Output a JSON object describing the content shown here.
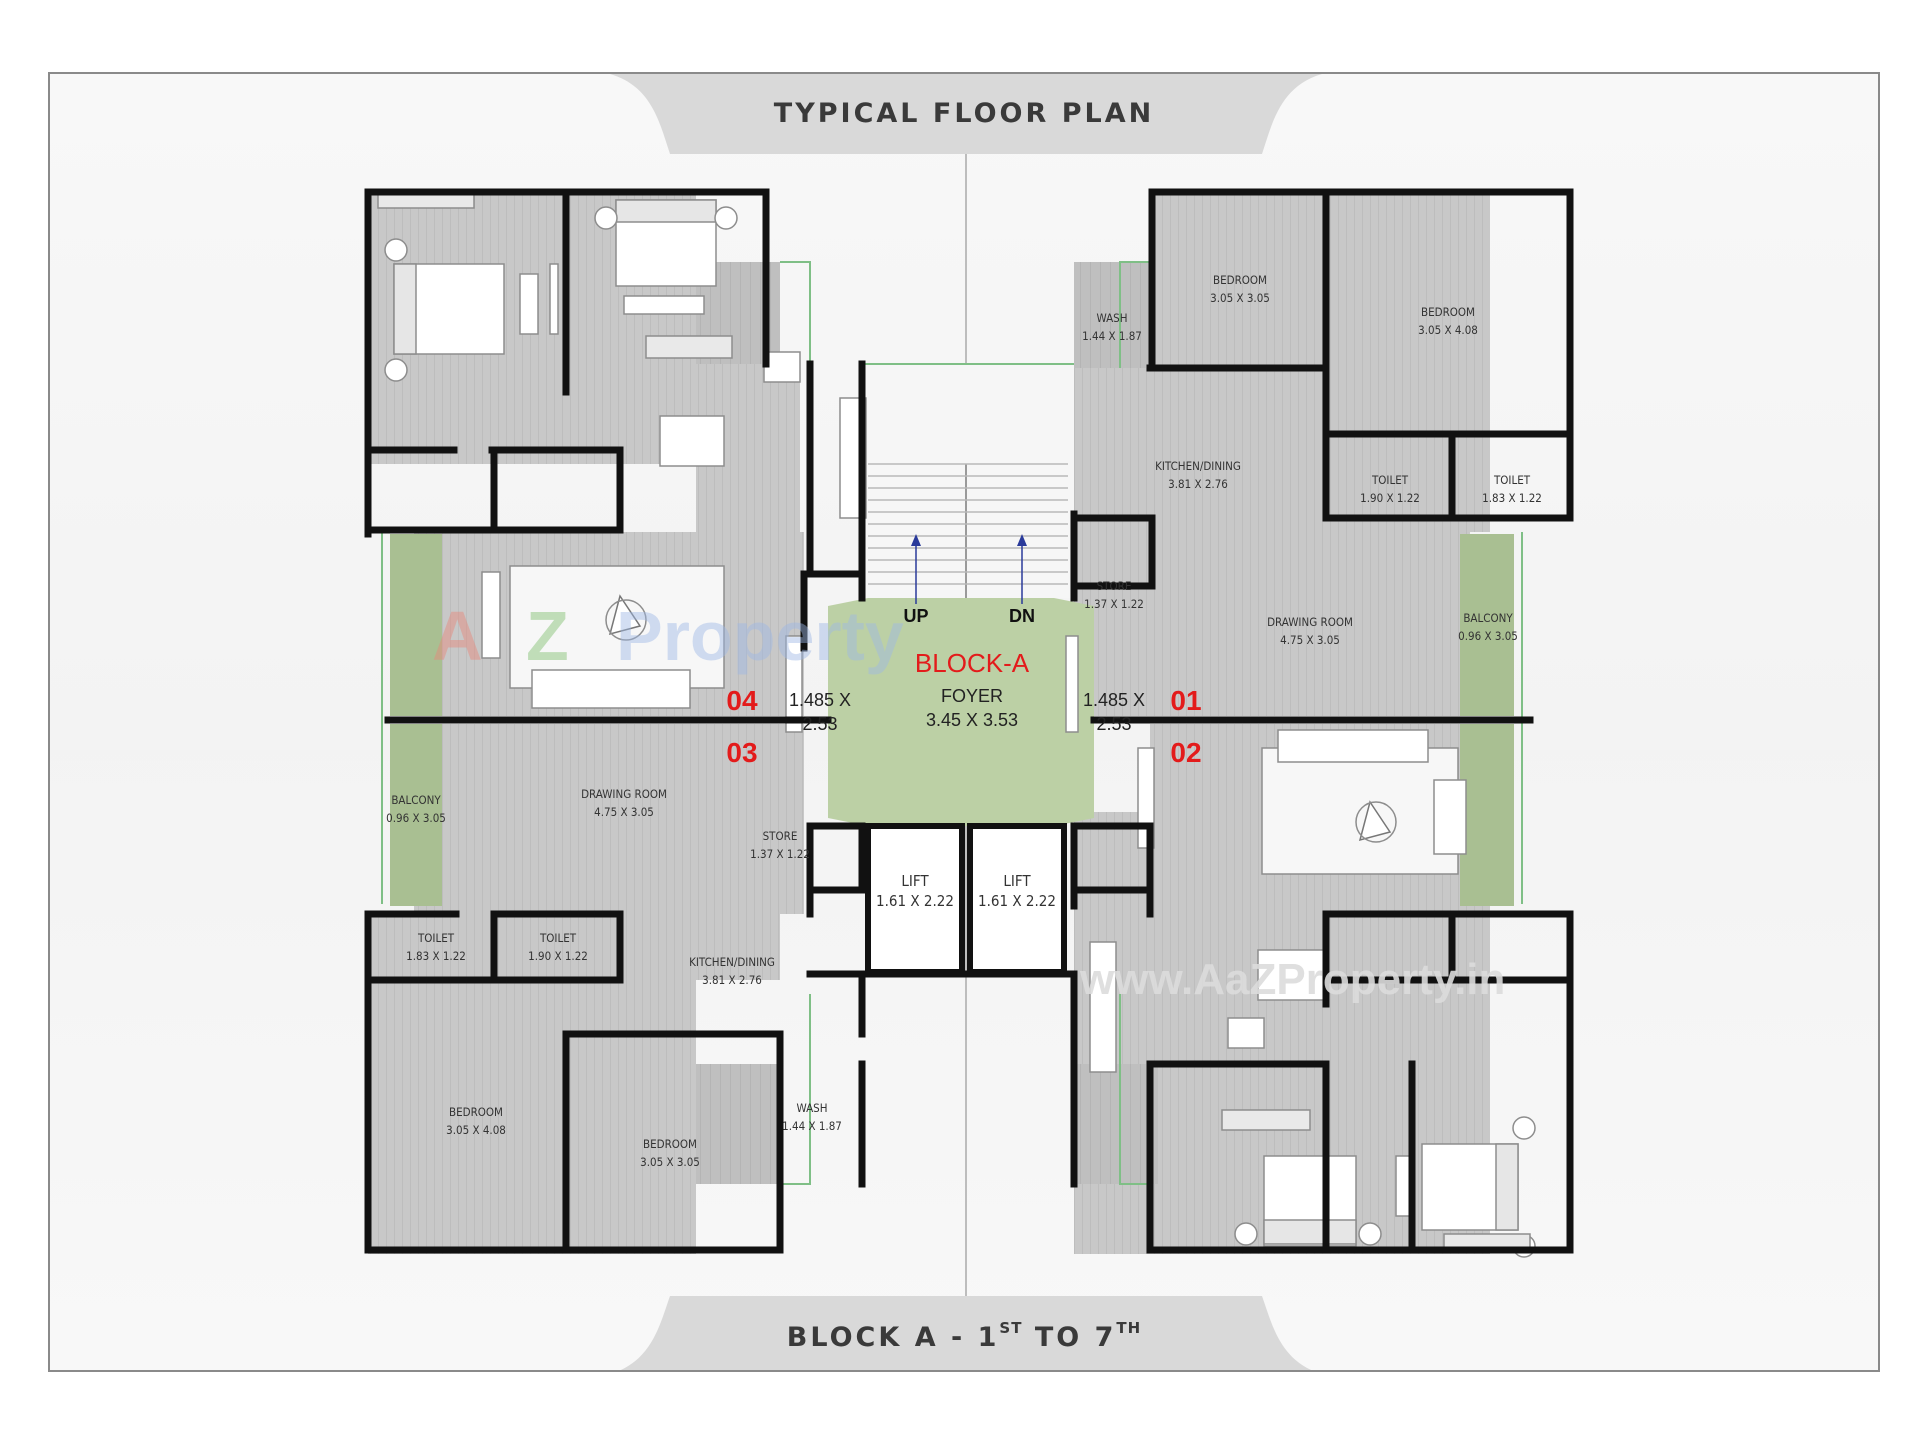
{
  "header": {
    "title": "TYPICAL FLOOR PLAN"
  },
  "footer": {
    "title_main": "BLOCK A - 1",
    "sup_1": "ST",
    "title_mid": " TO 7",
    "sup_2": "TH"
  },
  "colors": {
    "floor": "#c9c9c9",
    "wall": "#111111",
    "balcony": "#a7be8f",
    "foyer": "#bdd0a6",
    "accent": "#e31b1b"
  },
  "core": {
    "block_name": "BLOCK-A",
    "foyer_name": "FOYER",
    "foyer_size": "3.45 X 3.53",
    "lobby_left_1": "1.485 X",
    "lobby_left_2": "2.53",
    "lobby_right_1": "1.485 X",
    "lobby_right_2": "2.53",
    "stair_up": "UP",
    "stair_dn": "DN",
    "lift_name": "LIFT",
    "lift_size": "1.61 X 2.22"
  },
  "units": {
    "u01": "01",
    "u02": "02",
    "u03": "03",
    "u04": "04"
  },
  "rooms": {
    "bedroom_305x305": {
      "name": "BEDROOM",
      "size": "3.05 X 3.05"
    },
    "bedroom_305x408": {
      "name": "BEDROOM",
      "size": "3.05 X 4.08"
    },
    "wash": {
      "name": "WASH",
      "size": "1.44 X 1.87"
    },
    "kitchen": {
      "name": "KITCHEN/DINING",
      "size": "3.81 X 2.76"
    },
    "toilet_190": {
      "name": "TOILET",
      "size": "1.90 X 1.22"
    },
    "toilet_183": {
      "name": "TOILET",
      "size": "1.83 X 1.22"
    },
    "store": {
      "name": "STORE",
      "size": "1.37 X 1.22"
    },
    "drawing": {
      "name": "DRAWING ROOM",
      "size": "4.75 X 3.05"
    },
    "balcony": {
      "name": "BALCONY",
      "size": "0.96 X 3.05"
    }
  },
  "watermark": {
    "logo_a": "A",
    "logo_z": "Z",
    "logo_word": "Property",
    "site": "www.AaZProperty.in"
  }
}
